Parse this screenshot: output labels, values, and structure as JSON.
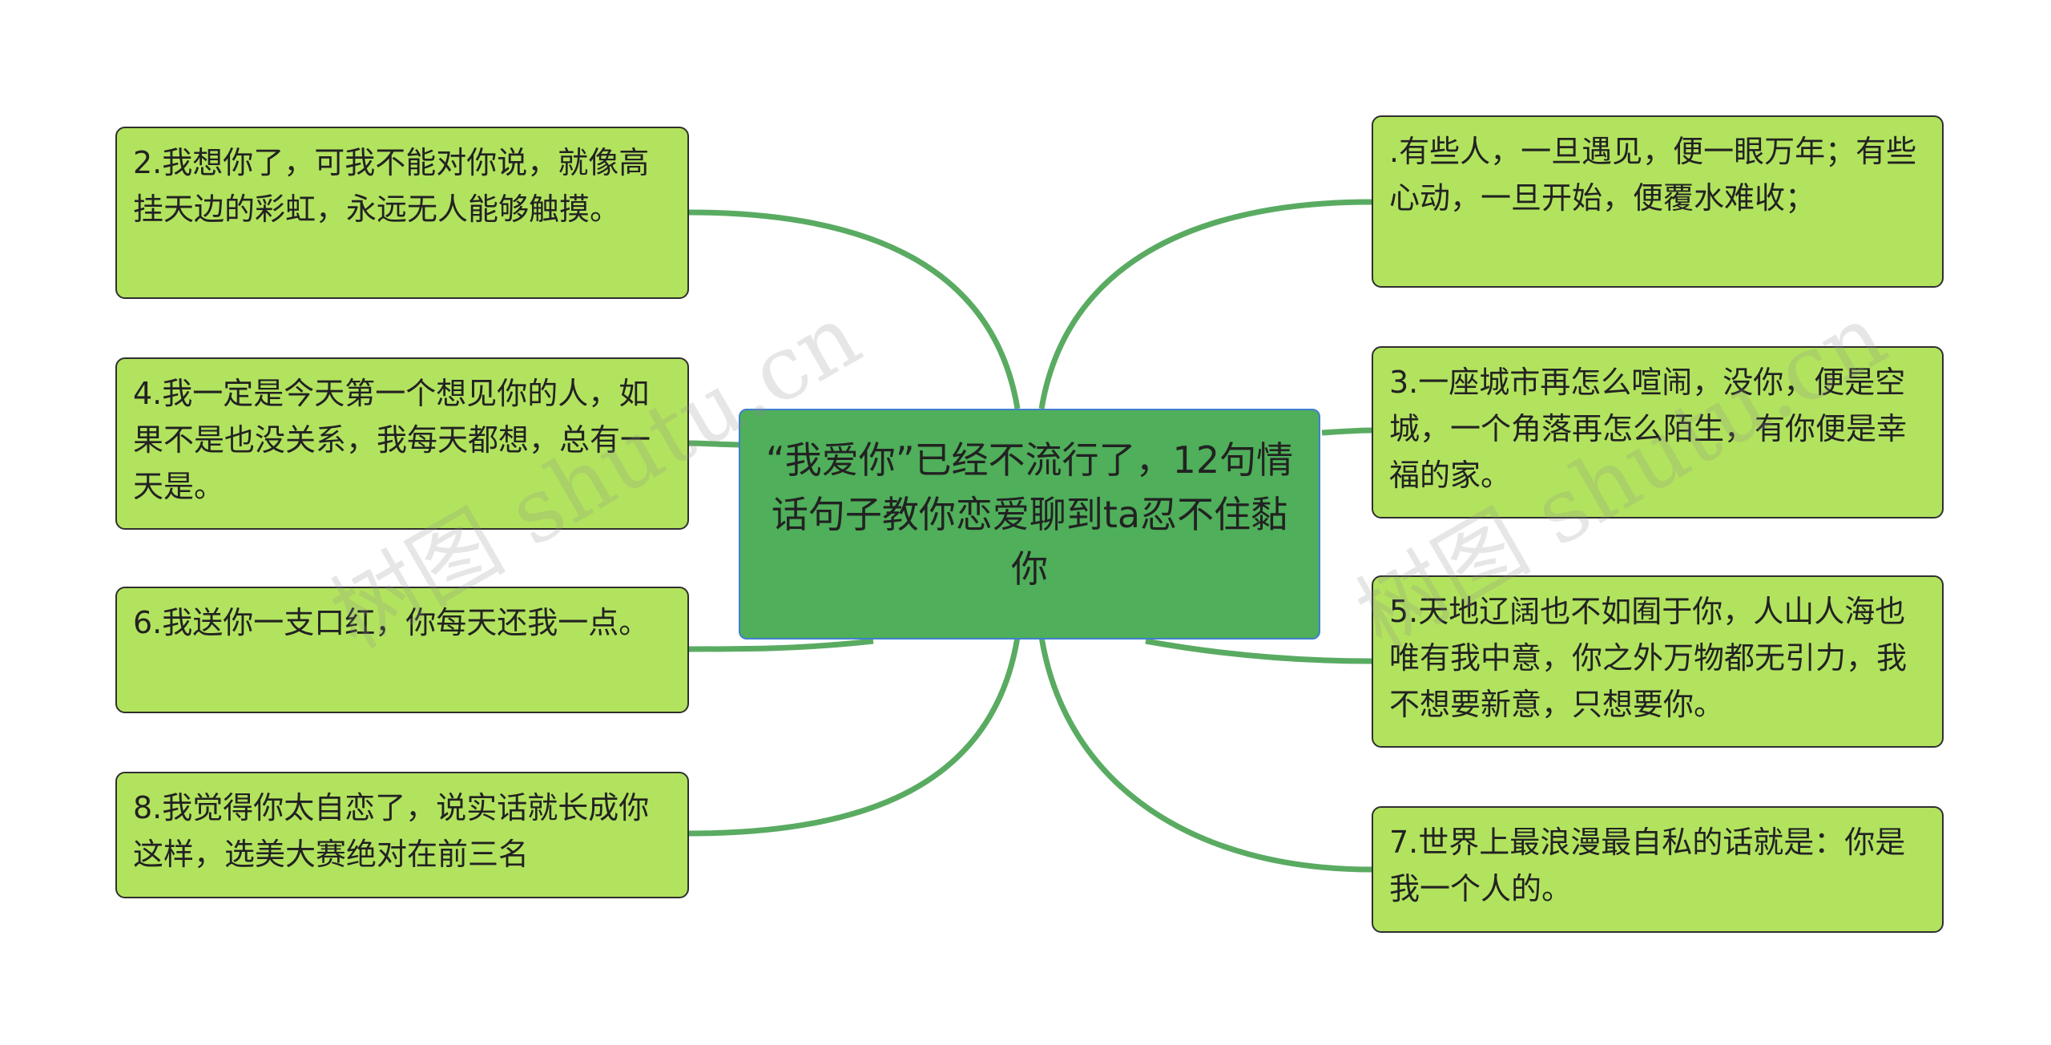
{
  "center": {
    "text": "“我爱你”已经不流行了，12句情话句子教你恋爱聊到ta忍不住黏你"
  },
  "left_nodes": [
    {
      "text": "2.我想你了，可我不能对你说，就像高挂天边的彩虹，永远无人能够触摸。"
    },
    {
      "text": "4.我一定是今天第一个想见你的人，如果不是也没关系，我每天都想，总有一天是。"
    },
    {
      "text": "6.我送你一支口红，你每天还我一点。"
    },
    {
      "text": "8.我觉得你太自恋了，说实话就长成你这样，选美大赛绝对在前三名"
    }
  ],
  "right_nodes": [
    {
      "text": ".有些人，一旦遇见，便一眼万年；有些心动，一旦开始，便覆水难收；"
    },
    {
      "text": "3.一座城市再怎么喧闹，没你，便是空城，一个角落再怎么陌生，有你便是幸福的家。"
    },
    {
      "text": "5.天地辽阔也不如囿于你，人山人海也唯有我中意，你之外万物都无引力，我不想要新意，只想要你。"
    },
    {
      "text": "7.世界上最浪漫最自私的话就是：你是我一个人的。"
    }
  ],
  "watermarks": [
    "树图 shutu.cn",
    "树图 shutu.cn"
  ],
  "colors": {
    "link": "#5aab62",
    "node_fill": "#b2e35e",
    "center_fill": "#4faf5a",
    "center_border": "#3f7fcf"
  }
}
